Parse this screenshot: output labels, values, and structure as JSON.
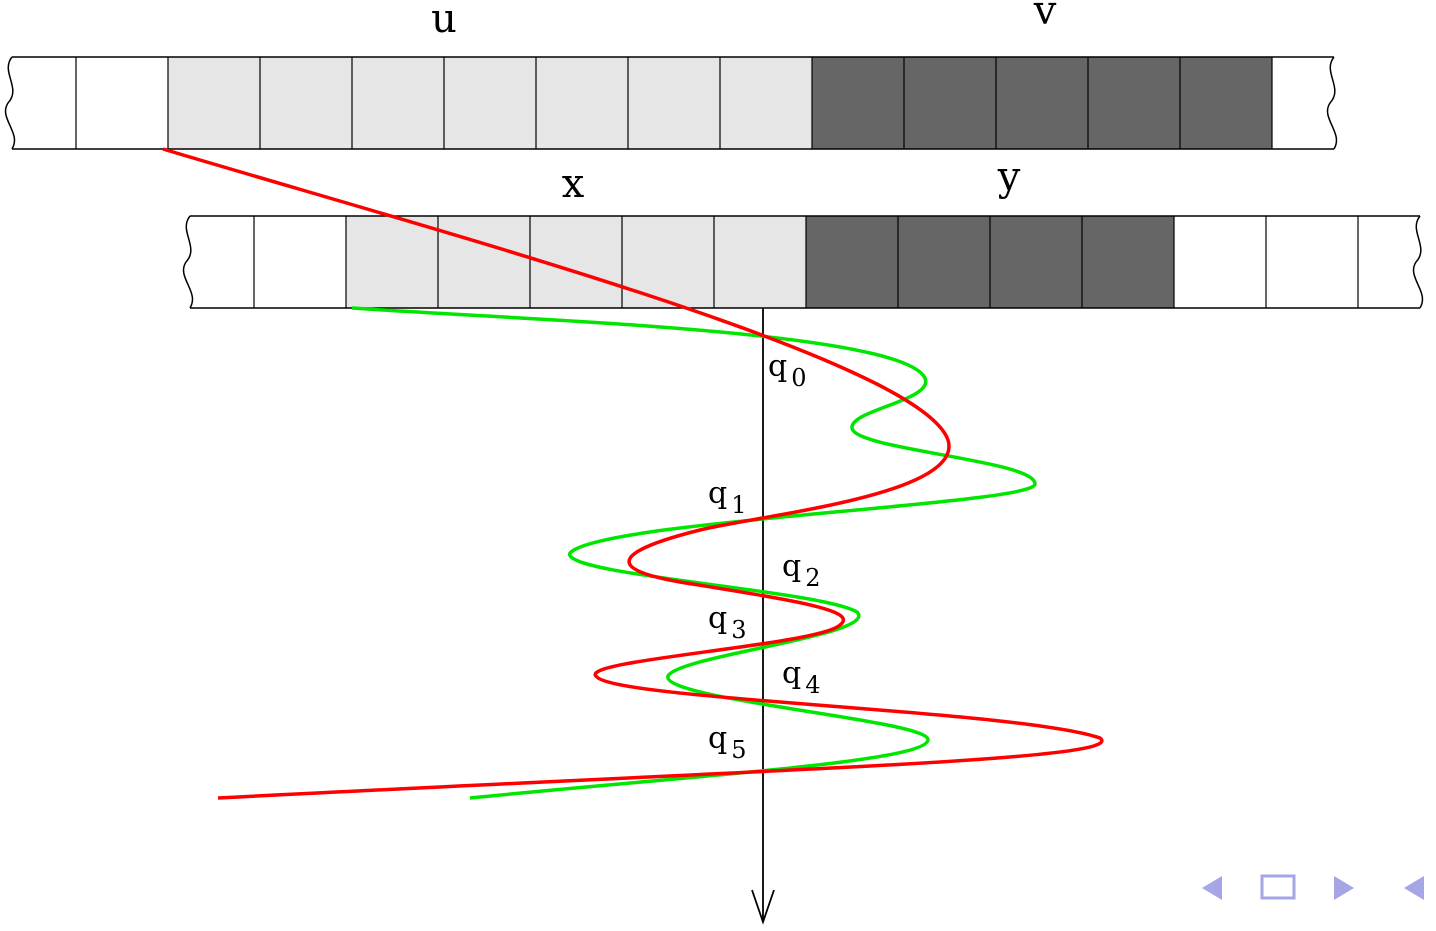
{
  "labels": {
    "u": "u",
    "v": "v",
    "x": "x",
    "y": "y"
  },
  "states": [
    {
      "base": "q",
      "index": "0"
    },
    {
      "base": "q",
      "index": "1"
    },
    {
      "base": "q",
      "index": "2"
    },
    {
      "base": "q",
      "index": "3"
    },
    {
      "base": "q",
      "index": "4"
    },
    {
      "base": "q",
      "index": "5"
    }
  ],
  "colors": {
    "light_cell": "#e6e6e6",
    "dark_cell": "#666666",
    "empty_cell": "#ffffff",
    "red_curve": "#ff0000",
    "green_curve": "#00e600",
    "nav": "#a6a6e6"
  },
  "nav_icons": [
    "nav-prev-arrow-icon",
    "nav-frame-icon",
    "nav-next-arrow-icon",
    "nav-back-arrow-icon"
  ]
}
